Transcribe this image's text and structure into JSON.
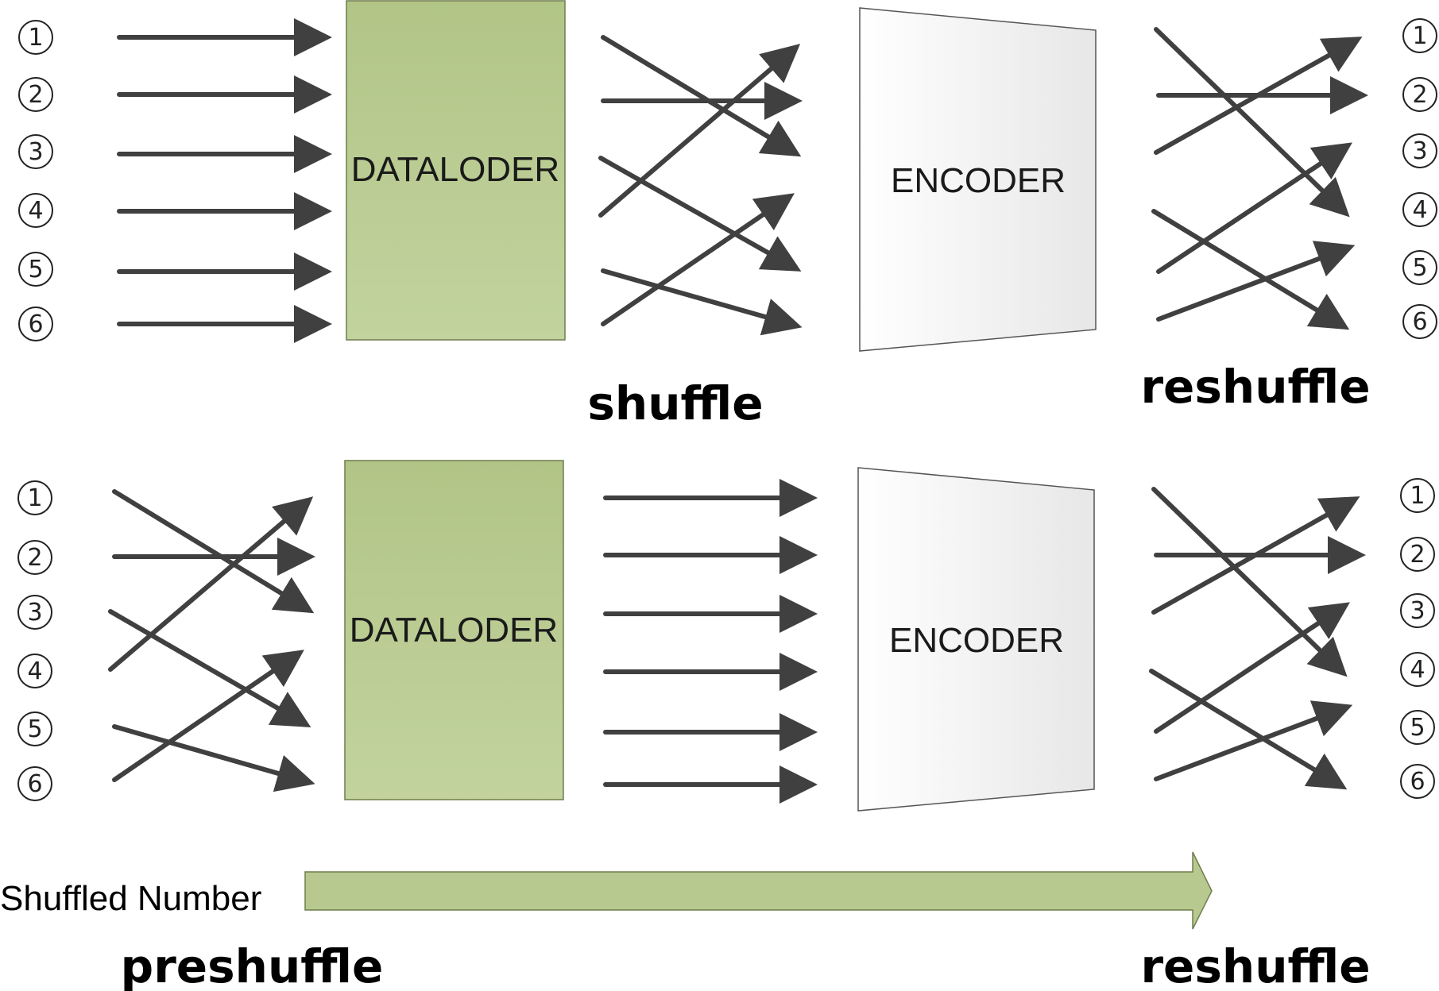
{
  "index_labels": [
    "1",
    "2",
    "3",
    "4",
    "5",
    "6"
  ],
  "dataloader_label": "DATALODER",
  "encoder_label": "ENCODER",
  "shuffle_label": "shuffle",
  "reshuffle_label": "reshuffle",
  "preshuffle_label": "preshuffle",
  "axis_label": "Shuffled Number",
  "colors": {
    "arrow": "#404040",
    "dataloader_fill_top": "#b2c587",
    "dataloader_fill_bottom": "#c2d39e",
    "dataloader_stroke": "#6f7d4d",
    "encoder_fill_left": "#ffffff",
    "encoder_fill_right": "#e7e7e7",
    "encoder_stroke": "#555555",
    "progress_arrow_fill": "#b8c98f",
    "progress_arrow_stroke": "#6f7d4d"
  },
  "shuffle_mapping": {
    "1": 3,
    "2": 2,
    "3": 5,
    "4": 1,
    "5": 6,
    "6": 4
  },
  "reshuffle_mapping": {
    "1": 4,
    "2": 2,
    "3": 1,
    "4": 6,
    "5": 3,
    "6": 5
  }
}
